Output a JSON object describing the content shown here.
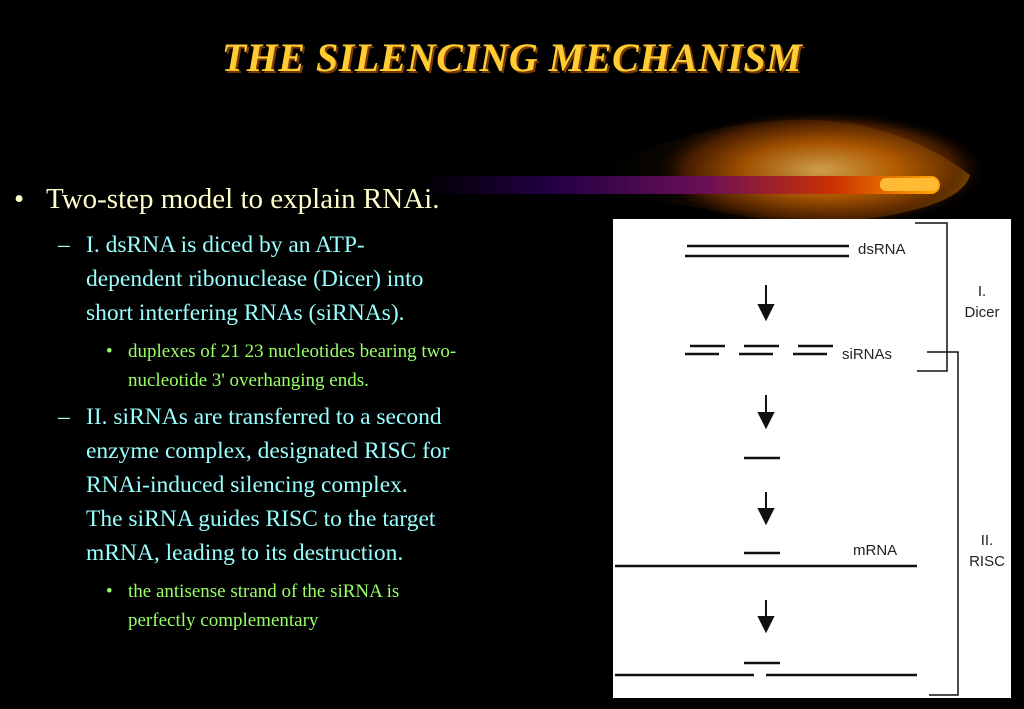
{
  "slide": {
    "title": "THE SILENCING MECHANISM",
    "bullets": {
      "main": "Two-step model to explain RNAi.",
      "step1": {
        "lines": [
          "I. dsRNA is diced by an ATP-",
          "dependent ribonuclease (Dicer) into",
          "short interfering RNAs (siRNAs)."
        ],
        "sub": [
          "duplexes of 21 23 nucleotides bearing two-",
          "nucleotide 3' overhanging ends."
        ]
      },
      "step2": {
        "lines": [
          "II. siRNAs are transferred to a second",
          "enzyme complex, designated RISC for",
          "RNAi-induced silencing complex.",
          "The siRNA guides RISC to the target",
          "mRNA, leading to its destruction."
        ],
        "sub": [
          "the antisense strand of the siRNA is",
          "perfectly complementary"
        ]
      },
      "marks": {
        "l1": "•",
        "l2": "–",
        "l3": "•"
      }
    },
    "figure": {
      "labels": {
        "dsrna": "dsRNA",
        "sirnas": "siRNAs",
        "mrna": "mRNA",
        "stage1_line1": "I.",
        "stage1_line2": "Dicer",
        "stage2_line1": "II.",
        "stage2_line2": "RISC"
      }
    },
    "colors": {
      "title": "#ffcc33",
      "level1": "#ffffcc",
      "level2": "#99ffff",
      "level3": "#99ff66",
      "background": "#000000"
    }
  }
}
